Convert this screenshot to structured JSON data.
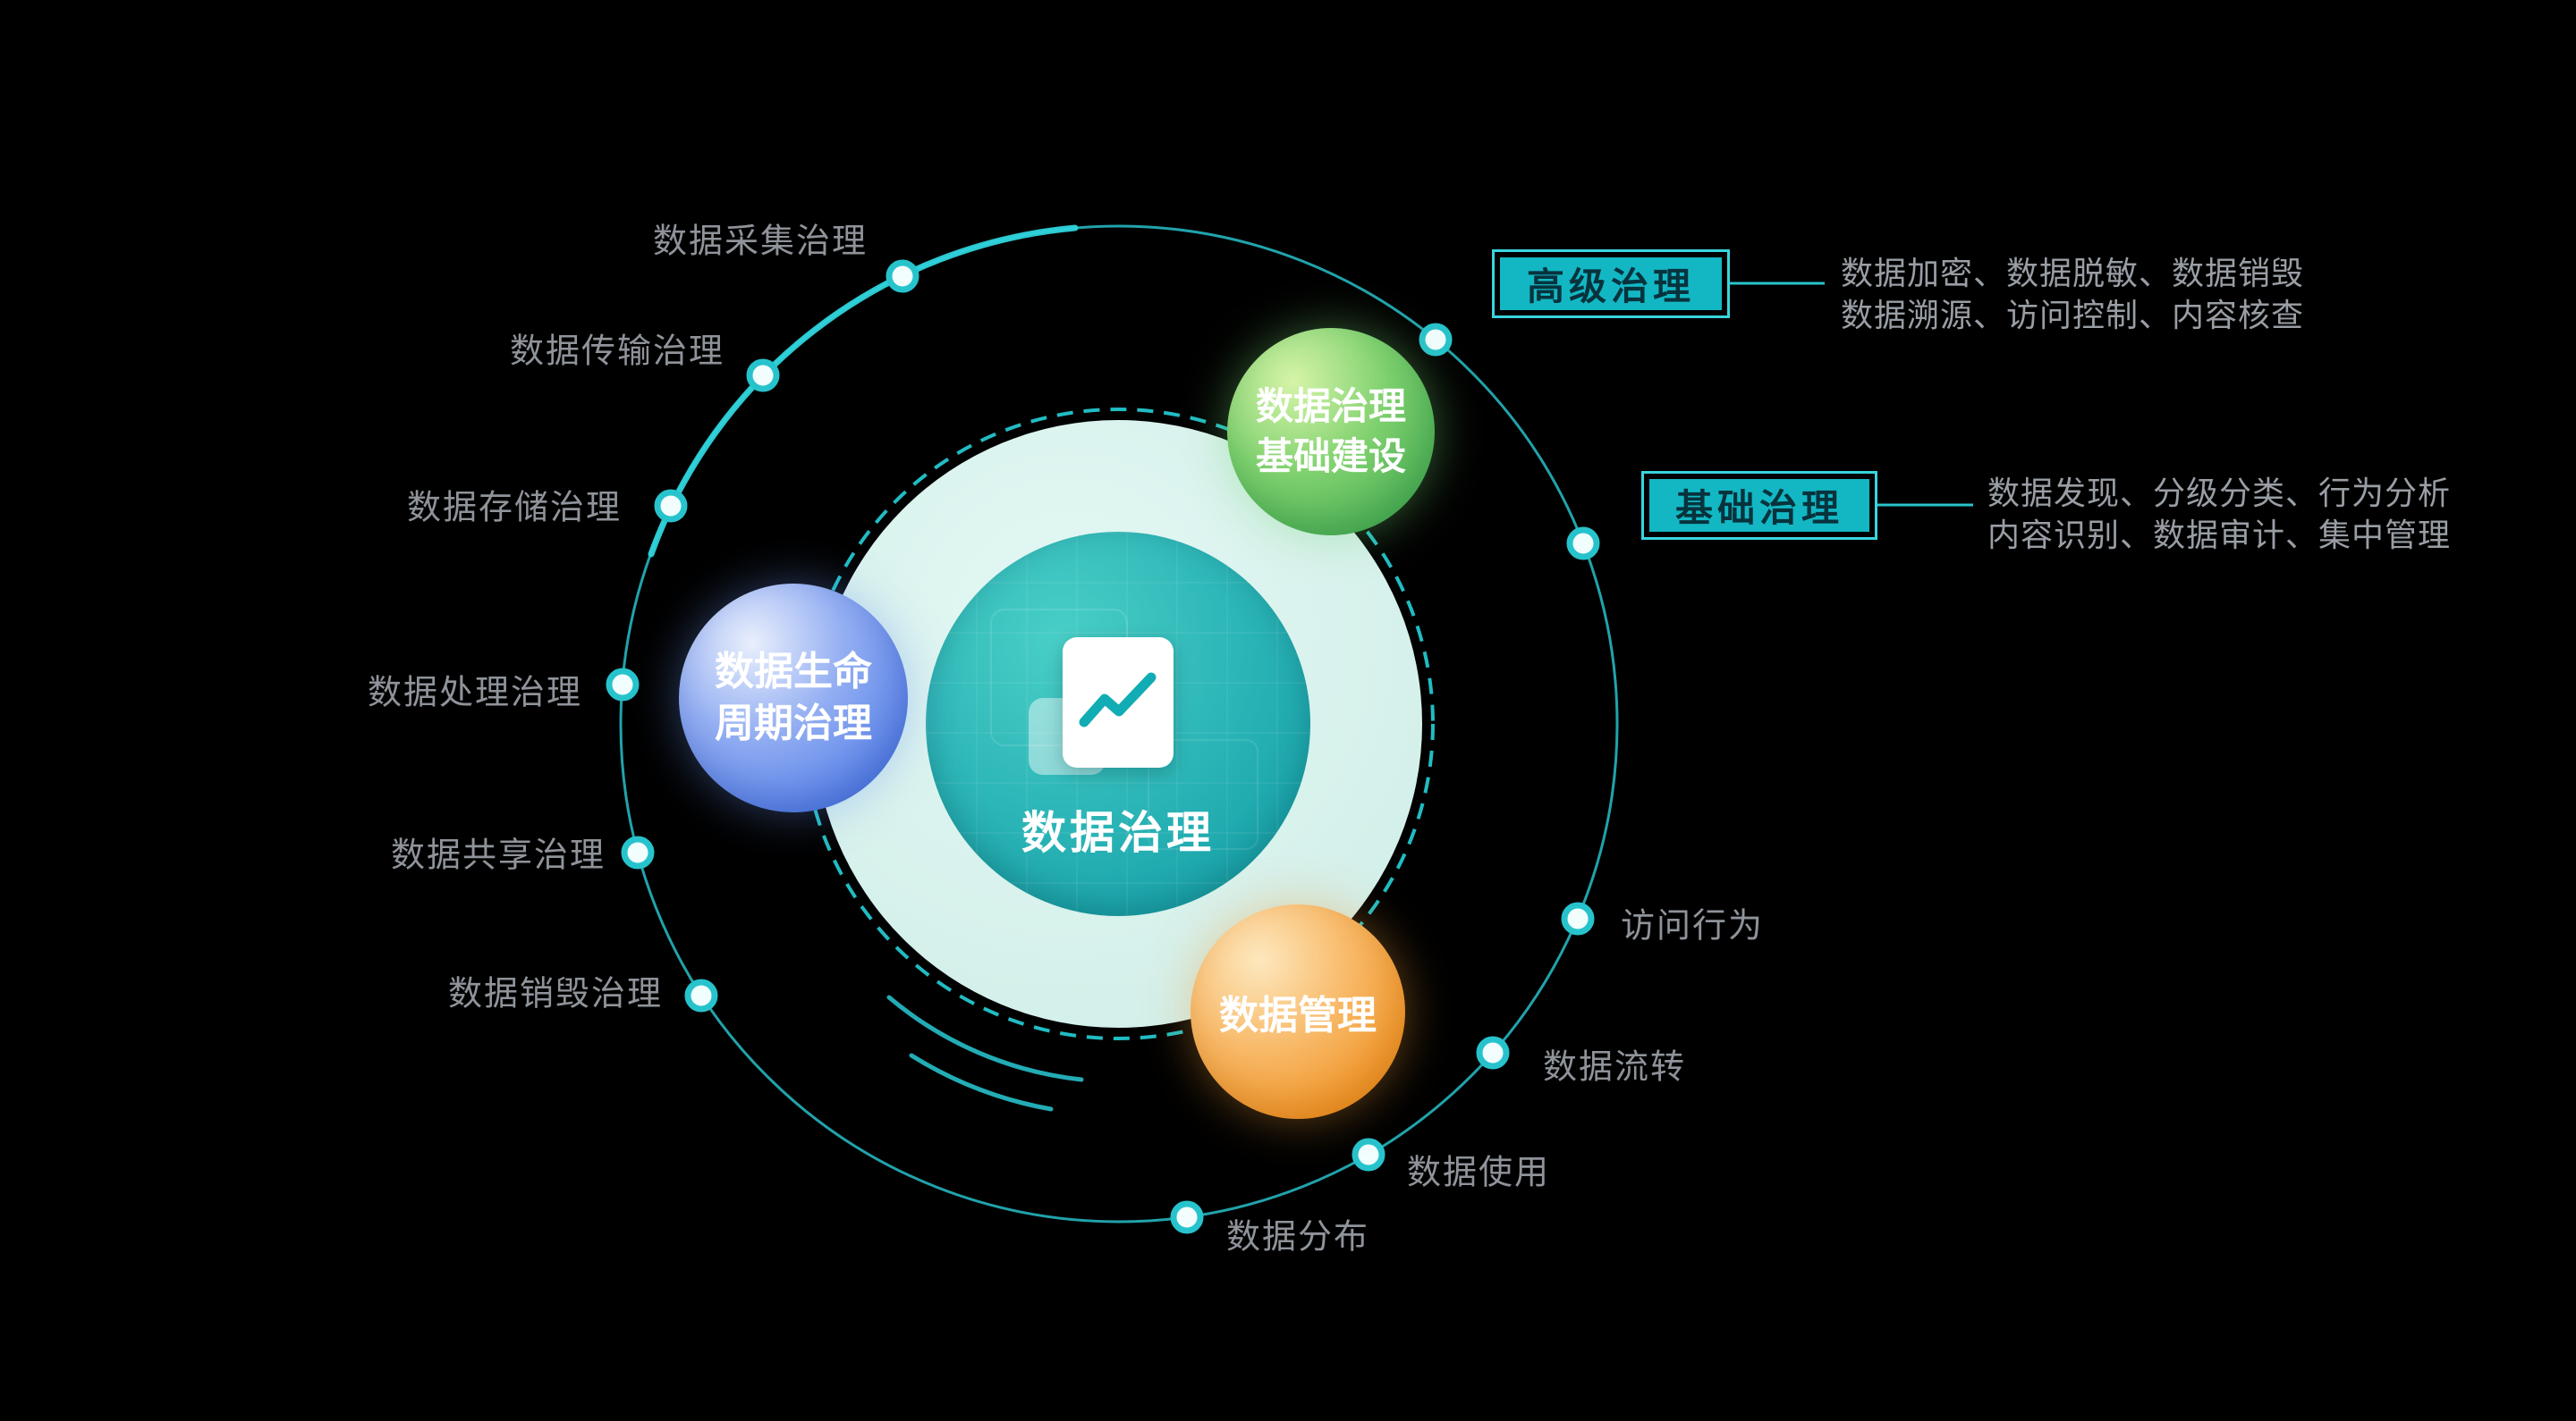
{
  "center": {
    "title": "数据治理"
  },
  "bubbles": [
    {
      "line1": "数据治理",
      "line2": "基础建设"
    },
    {
      "line1": "数据生命",
      "line2": "周期治理"
    },
    {
      "line1": "数据管理"
    }
  ],
  "ring_labels": [
    {
      "text": "数据采集治理"
    },
    {
      "text": "数据传输治理"
    },
    {
      "text": "数据存储治理"
    },
    {
      "text": "数据处理治理"
    },
    {
      "text": "数据共享治理"
    },
    {
      "text": "数据销毁治理"
    },
    {
      "text": "访问行为"
    },
    {
      "text": "数据流转"
    },
    {
      "text": "数据使用"
    },
    {
      "text": "数据分布"
    }
  ],
  "badges": [
    {
      "label": "高级治理",
      "desc_line1": "数据加密、数据脱敏、数据销毁",
      "desc_line2": "数据溯源、访问控制、内容核查"
    },
    {
      "label": "基础治理",
      "desc_line1": "数据发现、分级分类、行为分析",
      "desc_line2": "内容识别、数据审计、集中管理"
    }
  ],
  "colors": {
    "background": "#000000",
    "accent_teal": "#29c4cd",
    "label_gray": "#8f939a",
    "badge_fill": "#13b7c4",
    "badge_text": "#07333d",
    "bubble_green": "#55bb5d",
    "bubble_blue": "#4a76e8",
    "bubble_orange": "#f49127",
    "core_teal": "#1ca7ad",
    "outer_disc_mint": "#d6f1eb"
  }
}
